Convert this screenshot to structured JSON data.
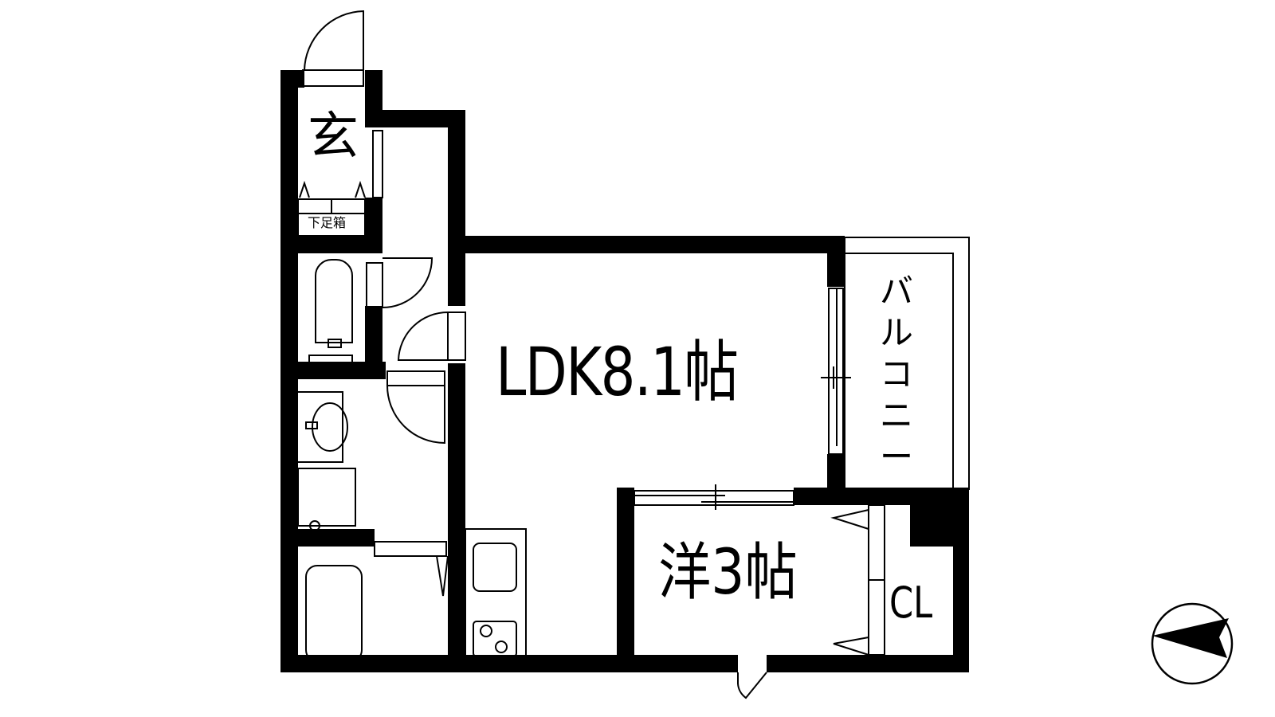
{
  "floor_plan": {
    "rooms": {
      "ldk": "LDK8.1帖",
      "western_room": "洋3帖",
      "closet": "CL",
      "entrance": "玄",
      "shoe_box": "下足箱",
      "balcony": "バルコニー"
    },
    "compass": {
      "direction": "west-pointing arrow"
    },
    "colors": {
      "wall": "#000000",
      "background": "#ffffff",
      "line": "#000000"
    }
  }
}
